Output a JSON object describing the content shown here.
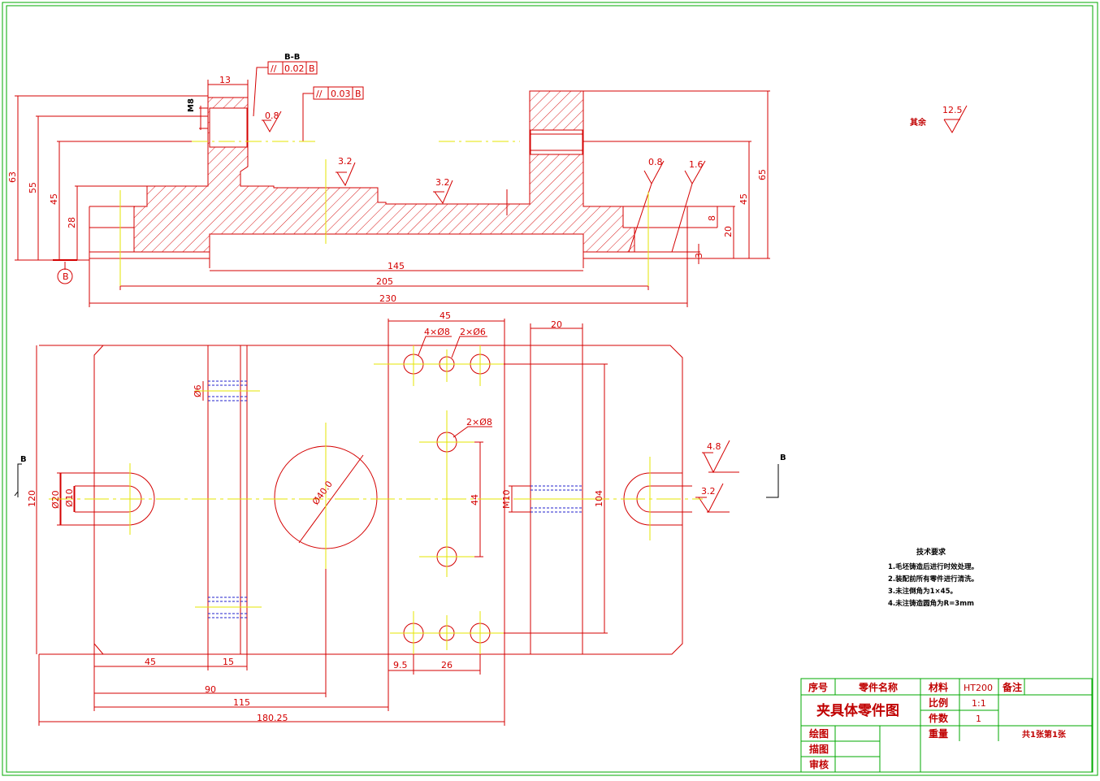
{
  "drawing": {
    "top_view": {
      "section_label": "B-B",
      "tolerance_1": {
        "symbol": "//",
        "value": "0.02",
        "datum": "B"
      },
      "tolerance_2": {
        "symbol": "//",
        "value": "0.03",
        "datum": "B"
      },
      "datum_letter": "B",
      "thread_label": "M8",
      "roughness": [
        "0.8",
        "3.2",
        "3.2",
        "0.8",
        "1.6"
      ],
      "dims_left": [
        "63",
        "55",
        "45",
        "28"
      ],
      "dims_right": [
        "65",
        "45",
        "20",
        "8",
        "3"
      ],
      "dim_13": "13",
      "dims_bottom": [
        "145",
        "205",
        "230"
      ]
    },
    "plan_view": {
      "dims_top": [
        "45",
        "20"
      ],
      "holes_1": "4×Ø8",
      "holes_2": "2×Ø6",
      "holes_3": "2×Ø8",
      "dia_6": "Ø6",
      "dia_20": "Ø20",
      "dia_10": "Ø10",
      "dia_40": "Ø40.0",
      "dim_44": "44",
      "dim_m10": "M10",
      "dim_104": "104",
      "dim_120": "120",
      "roughness": [
        "4.8",
        "3.2"
      ],
      "section_mark_left": "B",
      "section_mark_right": "B",
      "dims_bottom": [
        "45",
        "15",
        "9.5",
        "26",
        "90",
        "115",
        "180.25"
      ]
    },
    "other_roughness": {
      "label": "其余",
      "value": "12.5"
    }
  },
  "tech_requirements": {
    "title": "技术要求",
    "items": [
      "1.毛坯铸造后进行时效处理。",
      "2.装配前所有零件进行清洗。",
      "3.未注倒角为1×45。",
      "4.未注铸造圆角为R=3mm"
    ]
  },
  "title_block": {
    "col_seq": "序号",
    "col_part_name": "零件名称",
    "col_material": "材料",
    "material_value": "HT200",
    "col_note": "备注",
    "drawing_title": "夹具体零件图",
    "scale_label": "比例",
    "scale_value": "1:1",
    "qty_label": "件数",
    "qty_value": "1",
    "weight_label": "重量",
    "sheets": "共1张第1张",
    "drawn": "绘图",
    "traced": "描图",
    "checked": "审核"
  },
  "colors": {
    "line": "#d40000",
    "center": "#e6e600",
    "border": "#00aa00",
    "hidden": "#2222cc"
  }
}
